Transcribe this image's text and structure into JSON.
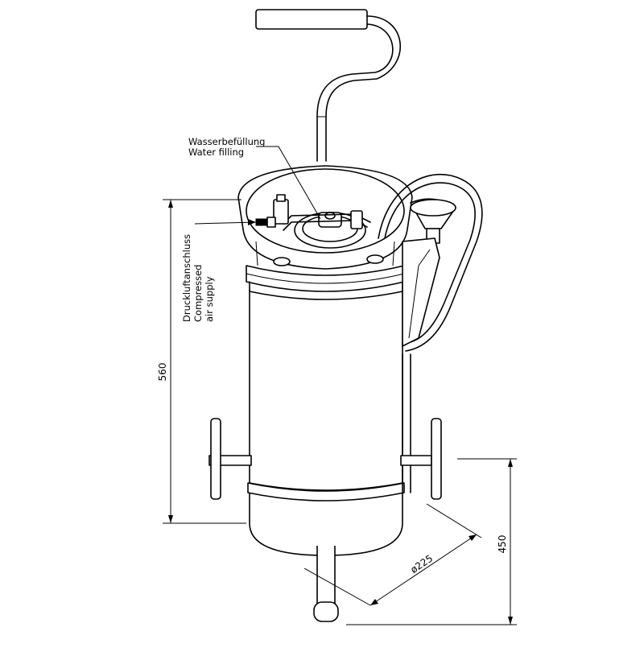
{
  "labels": {
    "water_filling_de": "Wasserbefüllung",
    "water_filling_en": "Water filling",
    "air_supply_de": "Druckluftanschluss",
    "air_supply_en1": "Compressed",
    "air_supply_en2": "air supply"
  },
  "dimensions": {
    "height_tank": "560",
    "height_handle": "450",
    "diameter": "ø225"
  }
}
